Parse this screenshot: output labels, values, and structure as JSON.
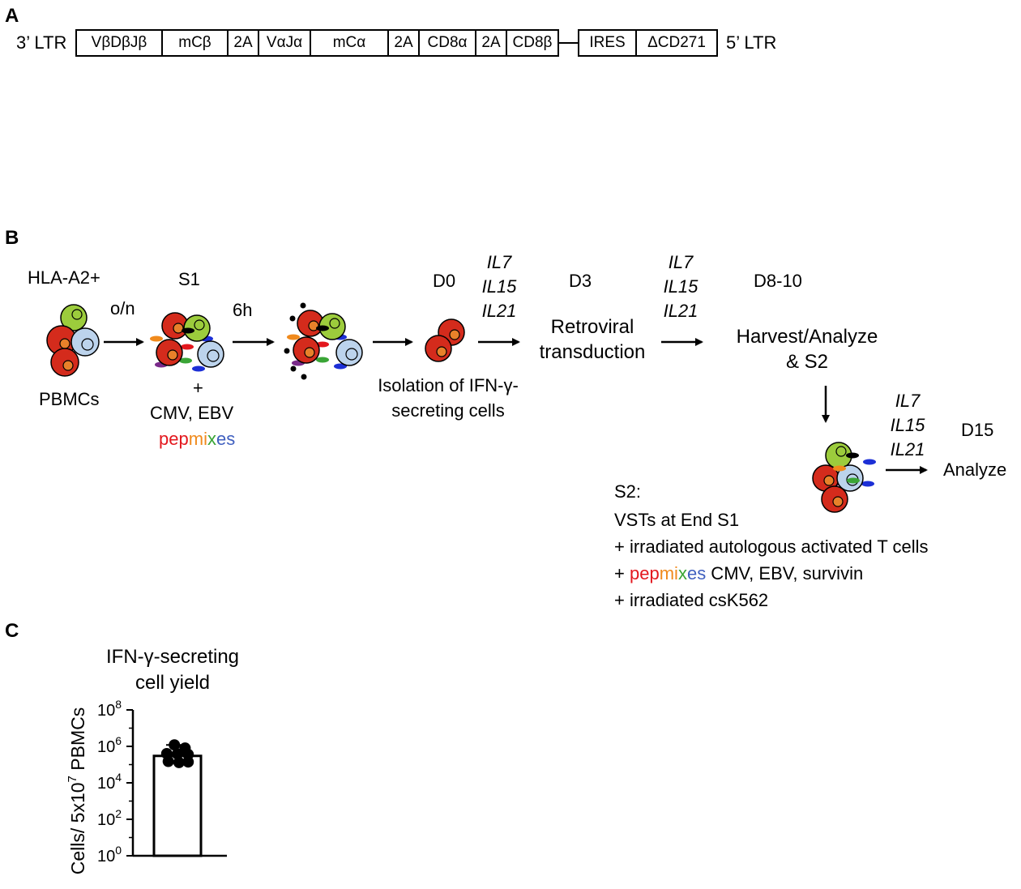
{
  "panelA": {
    "letter": "A",
    "left_label": "3’ LTR",
    "right_label": "5’ LTR",
    "segments": [
      "VβDβJβ",
      "mCβ",
      "2A",
      "VαJα",
      "mCα",
      "2A",
      "CD8α",
      "2A",
      "CD8β",
      "IRES",
      "ΔCD271"
    ]
  },
  "panelB": {
    "letter": "B",
    "donor_label": "HLA-A2+",
    "pbmc_label": "PBMCs",
    "step_on": "o/n",
    "s1_label": "S1",
    "plus_sign": "+",
    "antigen_label": "CMV, EBV",
    "pepmix_letters": [
      "p",
      "e",
      "p",
      "m",
      "i",
      "x",
      "e",
      "s"
    ],
    "pepmix_colors": [
      "#e3171d",
      "#e3171d",
      "#e3171d",
      "#f08a1c",
      "#f08a1c",
      "#3aa536",
      "#3f5fbf",
      "#3f5fbf"
    ],
    "step_6h": "6h",
    "d0_label": "D0",
    "isolation_line1": "Isolation of IFN-γ-",
    "isolation_line2": "secreting cells",
    "cytokines": [
      "IL7",
      "IL15",
      "IL21"
    ],
    "d3_label": "D3",
    "retro_line1": "Retroviral",
    "retro_line2": "transduction",
    "d810_label": "D8-10",
    "harvest_line1": "Harvest/Analyze",
    "harvest_line2": "& S2",
    "d15_label": "D15",
    "analyze_label": "Analyze",
    "s2_title": "S2:",
    "s2_line1": "VSTs at End S1",
    "s2_line2": "+ irradiated autologous activated T cells",
    "s2_line3_prefix": "+ ",
    "s2_line3_suffix": " CMV, EBV, survivin",
    "s2_line4": "+ irradiated csK562"
  },
  "panelC": {
    "letter": "C",
    "title_line1": "IFN-γ-secreting",
    "title_line2": "cell yield"
  },
  "colors": {
    "red_cell": "#d42b1c",
    "red_nucleus": "#e8812a",
    "green_cell": "#9ccc3c",
    "blue_cell": "#bcd3ec",
    "pep_orange": "#f08a1c",
    "pep_red": "#e3171d",
    "pep_green": "#3aa536",
    "pep_purple": "#7a2a8a",
    "pep_blue": "#1c2fd6"
  },
  "chart_data": {
    "type": "bar",
    "title": "IFN-γ-secreting cell yield",
    "ylabel": "Cells/ 5x10^7 PBMCs",
    "yscale": "log",
    "ylim": [
      1,
      100000000
    ],
    "yticks": [
      1,
      100,
      10000,
      1000000,
      100000000
    ],
    "ytick_base": "10",
    "ytick_exponents": [
      "0",
      "2",
      "4",
      "6",
      "8"
    ],
    "categories": [
      ""
    ],
    "values": [
      300000
    ],
    "error_upper": 1200000,
    "error_lower": 80000,
    "points": [
      {
        "y": 1200000,
        "jitter": -0.1
      },
      {
        "y": 800000,
        "jitter": 0.25
      },
      {
        "y": 400000,
        "jitter": -0.35
      },
      {
        "y": 380000,
        "jitter": 0.0
      },
      {
        "y": 360000,
        "jitter": 0.35
      },
      {
        "y": 150000,
        "jitter": -0.3
      },
      {
        "y": 130000,
        "jitter": 0.05
      },
      {
        "y": 140000,
        "jitter": 0.35
      }
    ]
  }
}
